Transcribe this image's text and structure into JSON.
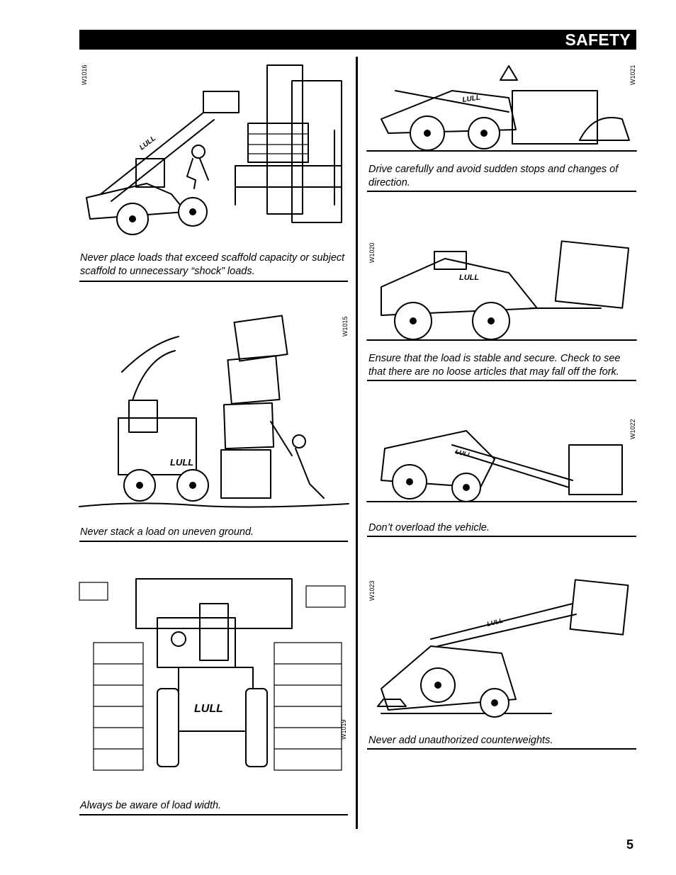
{
  "header": {
    "title": "SAFETY"
  },
  "panels": [
    {
      "code": "W1016",
      "caption": "Never place loads that exceed scaffold capacity or subject scaffold to unnecessary “shock” loads."
    },
    {
      "code": "W1015",
      "caption": "Never stack a load on uneven ground."
    },
    {
      "code": "W1019",
      "caption": "Always be aware of load width."
    },
    {
      "code": "W1021",
      "caption": "Drive carefully and avoid sudden stops and changes of direction."
    },
    {
      "code": "W1020",
      "caption": "Ensure that the load is stable and secure. Check to see that there are no loose articles that may fall off the fork."
    },
    {
      "code": "W1022",
      "caption": "Don’t overload the vehicle."
    },
    {
      "code": "W1023",
      "caption": "Never add unauthorized counterweights."
    }
  ],
  "vehicle_brand": "LULL",
  "page_number": "5"
}
